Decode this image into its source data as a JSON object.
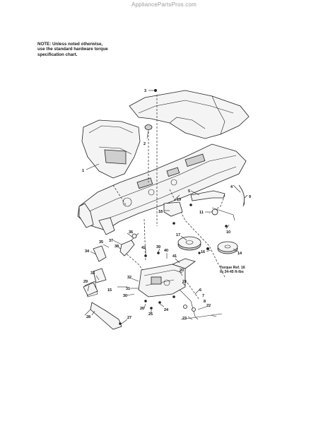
{
  "watermark": "AppliancePartsPros.com",
  "note": {
    "line1": "NOTE: Unless noted otherwise,",
    "line2": "use the standard hardware torque",
    "line3": "specification chart."
  },
  "torque_note": {
    "line1": "Torque Ref. 16",
    "line2": "to 34-45 ft-lbs"
  },
  "callouts": {
    "c3": "3",
    "c2": "2",
    "c1": "1",
    "c9": "9",
    "c4": "4",
    "c5": "5",
    "c18": "18",
    "c19": "19",
    "c11": "11",
    "c10": "10",
    "c17": "17",
    "c14": "14",
    "c16": "16",
    "c36": "36",
    "c37": "37",
    "c35": "35",
    "c34": "34",
    "c38": "38",
    "c39": "39",
    "c40": "40",
    "c41": "41",
    "c42": "42",
    "c33": "33",
    "c32": "32",
    "c30": "30",
    "c31": "31",
    "c15": "15",
    "c28": "28",
    "c29": "29",
    "c27": "27",
    "c26": "26",
    "c24": "24",
    "c25": "25",
    "c20": "20",
    "c21": "21",
    "c22": "22",
    "c23": "23",
    "c6": "6",
    "c7": "7",
    "c8": "8"
  }
}
